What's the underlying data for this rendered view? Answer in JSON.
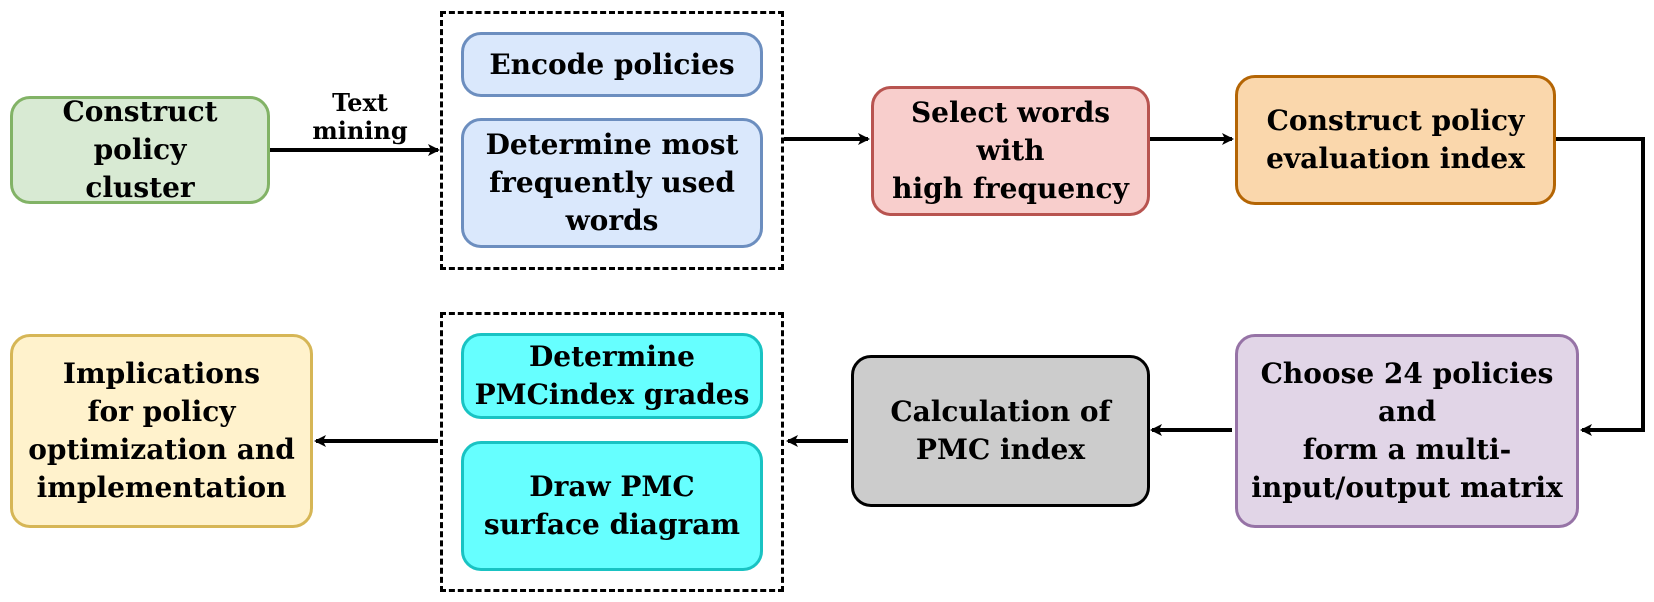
{
  "nodes": {
    "construct_cluster": {
      "text": "Construct policy\ncluster",
      "fill": "#d8ead3",
      "stroke": "#82b366"
    },
    "encode_policies": {
      "text": "Encode policies",
      "fill": "#dae8fc",
      "stroke": "#6c8ebf"
    },
    "determine_words": {
      "text": "Determine most\nfrequently used\nwords",
      "fill": "#dae8fc",
      "stroke": "#6c8ebf"
    },
    "select_words": {
      "text": "Select words with\nhigh frequency",
      "fill": "#f8cecc",
      "stroke": "#b85450"
    },
    "construct_index": {
      "text": "Construct policy\nevaluation index",
      "fill": "#fad7ac",
      "stroke": "#b46504"
    },
    "choose_policies": {
      "text": "Choose 24 policies and\nform a multi-\ninput/output matrix",
      "fill": "#e1d5e7",
      "stroke": "#9673a6"
    },
    "calc_pmc": {
      "text": "Calculation of\nPMC index",
      "fill": "#cccccc",
      "stroke": "#000000"
    },
    "determine_grades": {
      "text": "Determine\nPMCindex grades",
      "fill": "#66ffff",
      "stroke": "#19c3c3"
    },
    "draw_surface": {
      "text": "Draw PMC\nsurface diagram",
      "fill": "#66ffff",
      "stroke": "#19c3c3"
    },
    "implications": {
      "text": "Implications\nfor policy\noptimization and\nimplementation",
      "fill": "#fff2cc",
      "stroke": "#d6b656"
    }
  },
  "edge_labels": {
    "text_mining": "Text\nmining"
  },
  "colors": {
    "line": "#000000"
  }
}
